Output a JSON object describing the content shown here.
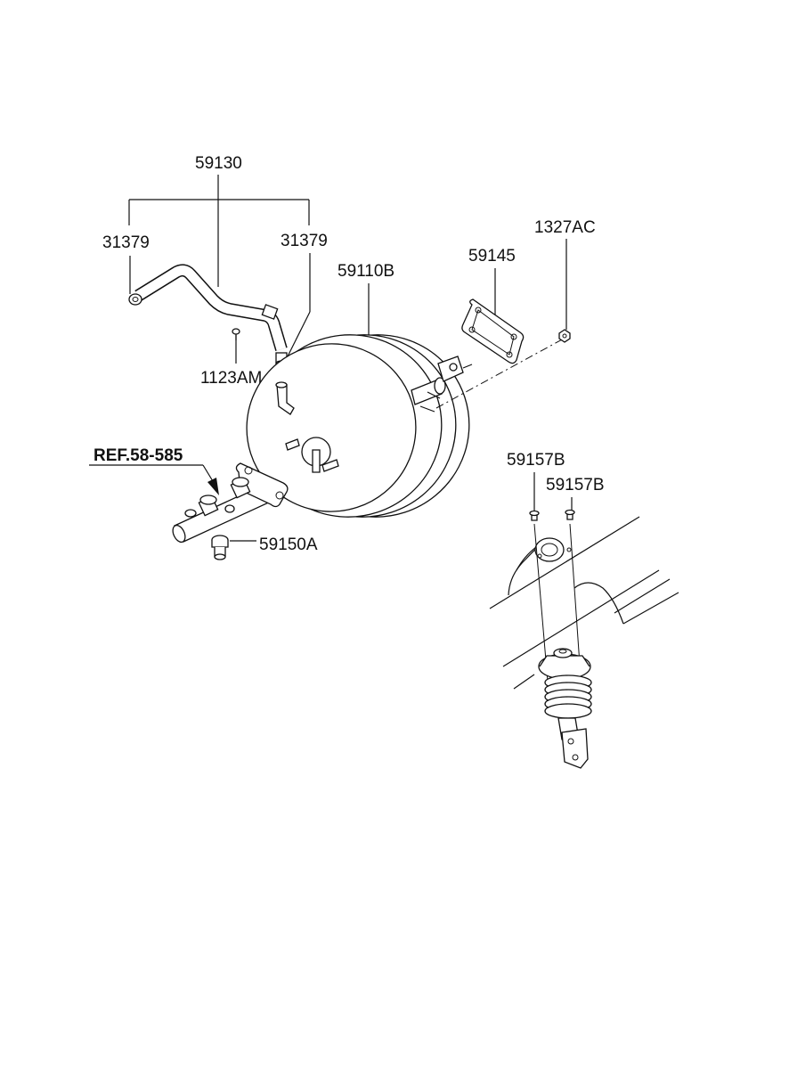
{
  "labels": {
    "hose_assembly": "59130",
    "clamp_left": "31379",
    "clamp_right": "31379",
    "booster": "59110B",
    "gasket": "59145",
    "nut": "1327AC",
    "screw": "1123AM",
    "reference": "REF.58-585",
    "sensor": "59150A",
    "bolt_left": "59157B",
    "bolt_right": "59157B"
  }
}
